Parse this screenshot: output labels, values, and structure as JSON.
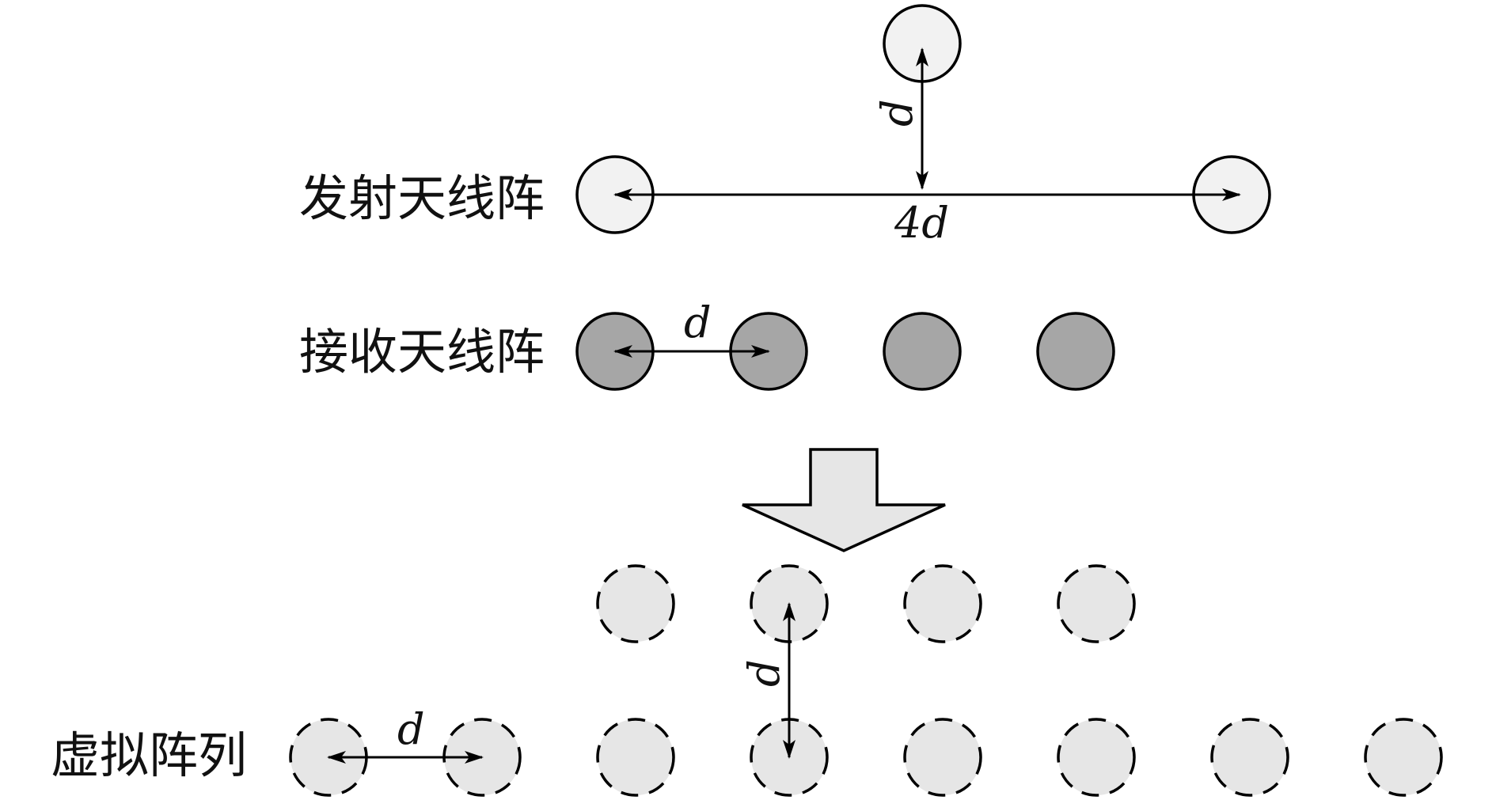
{
  "labels": {
    "transmit_array": "发射天线阵",
    "receive_array": "接收天线阵",
    "virtual_array": "虚拟阵列"
  },
  "dimensions": {
    "tx_vertical": "d",
    "tx_horizontal": "4d",
    "rx_spacing": "d",
    "virtual_vertical": "d",
    "virtual_horizontal": "d"
  },
  "colors": {
    "transmit_fill": "#f2f2f2",
    "receive_fill": "#a6a6a6",
    "virtual_fill": "#e6e6e6",
    "arrow_fill": "#e6e6e6",
    "stroke": "#000000"
  }
}
